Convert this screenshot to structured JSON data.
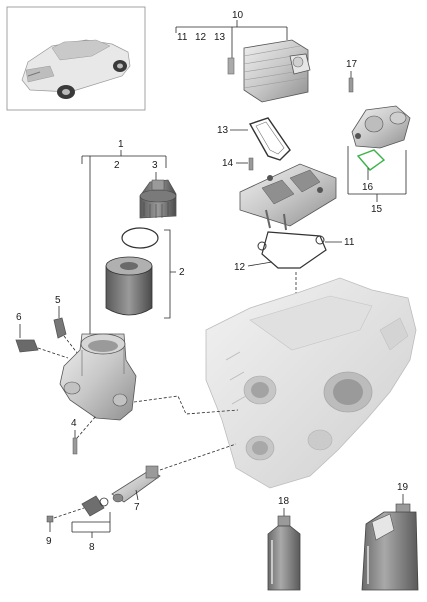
{
  "callouts": {
    "c1": "1",
    "c2a": "2",
    "c2b": "2",
    "c3": "3",
    "c4": "4",
    "c5": "5",
    "c6": "6",
    "c7": "7",
    "c8": "8",
    "c9": "9",
    "c10": "10",
    "c11a": "11",
    "c11b": "11",
    "c12a": "12",
    "c12b": "12",
    "c13a": "13",
    "c13b": "13",
    "c14": "14",
    "c15": "15",
    "c16": "16",
    "c17": "17",
    "c18": "18",
    "c19": "19"
  },
  "colors": {
    "line": "#2a2a2a",
    "metal_light": "#d9d9d9",
    "metal_mid": "#b8b8b8",
    "metal_dark": "#8a8a8a",
    "gasket_highlight": "#3cb34a",
    "frame": "#8c8c8c"
  },
  "icons": {
    "vehicle": "car-thumbnail-icon",
    "engine": "engine-block-icon"
  }
}
